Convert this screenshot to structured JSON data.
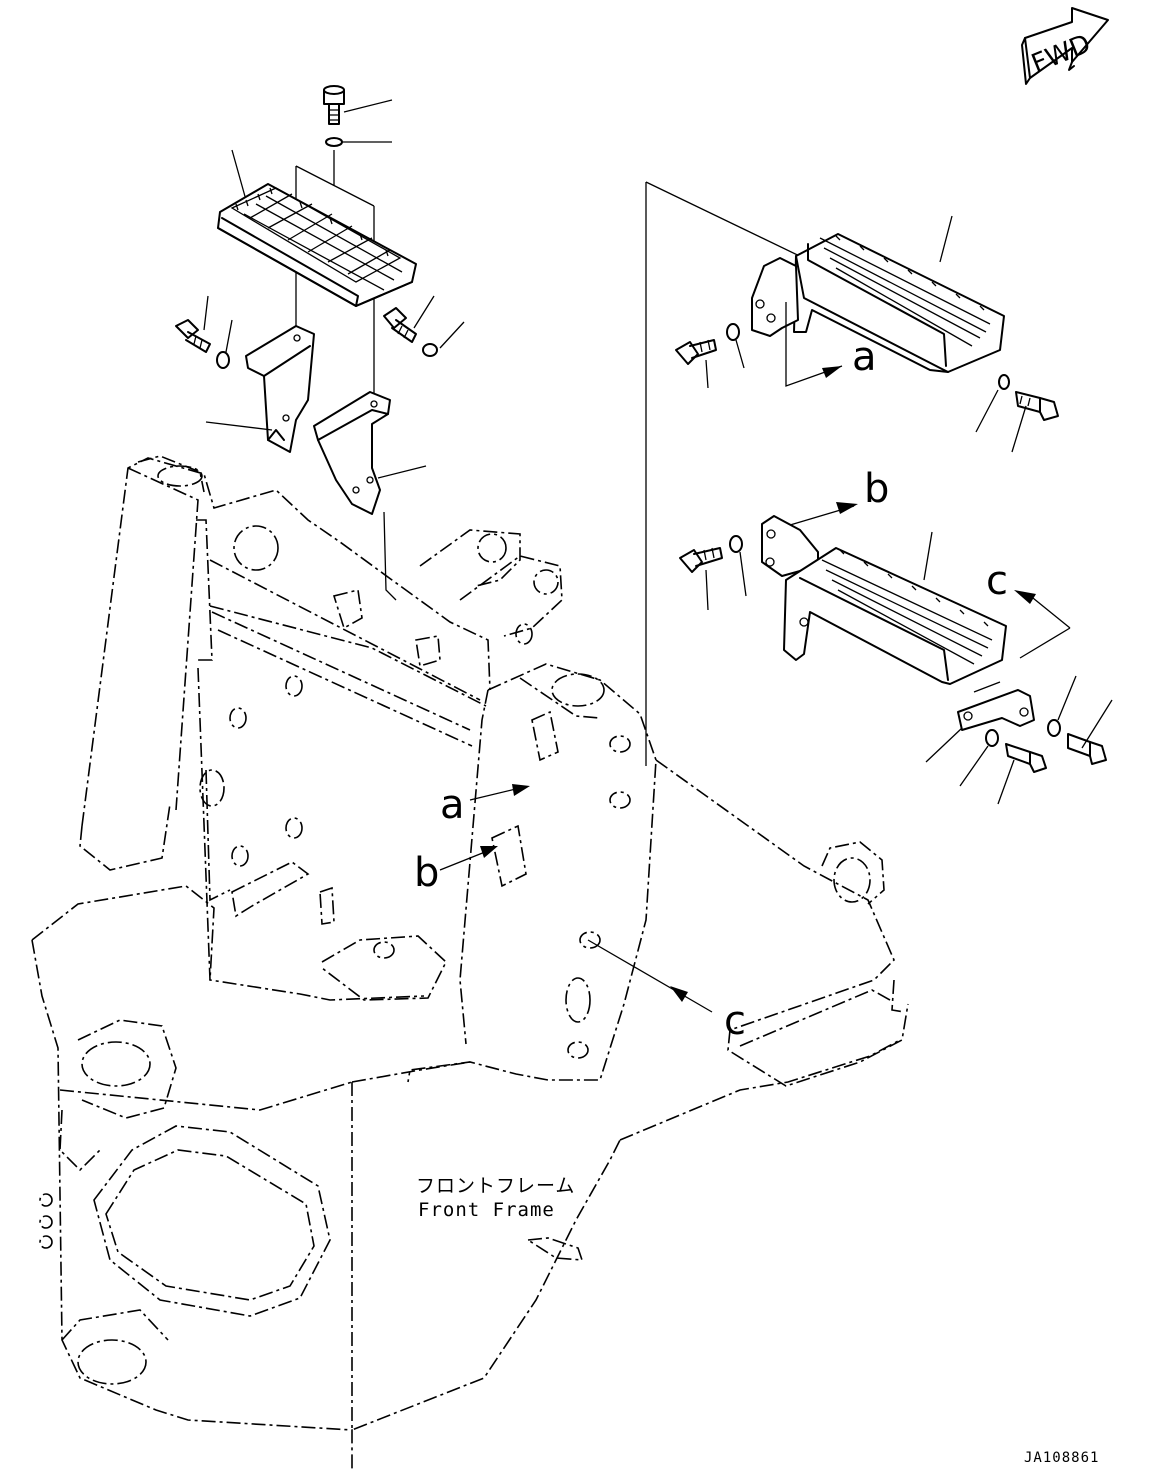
{
  "fwd_badge": {
    "text": "FWD",
    "icon": "fwd-arrow-icon"
  },
  "callouts": {
    "a": "a",
    "b": "b",
    "c": "c"
  },
  "frame_label": {
    "jp": "フロントフレーム",
    "en": "Front Frame"
  },
  "drawing_code": "JA108861"
}
